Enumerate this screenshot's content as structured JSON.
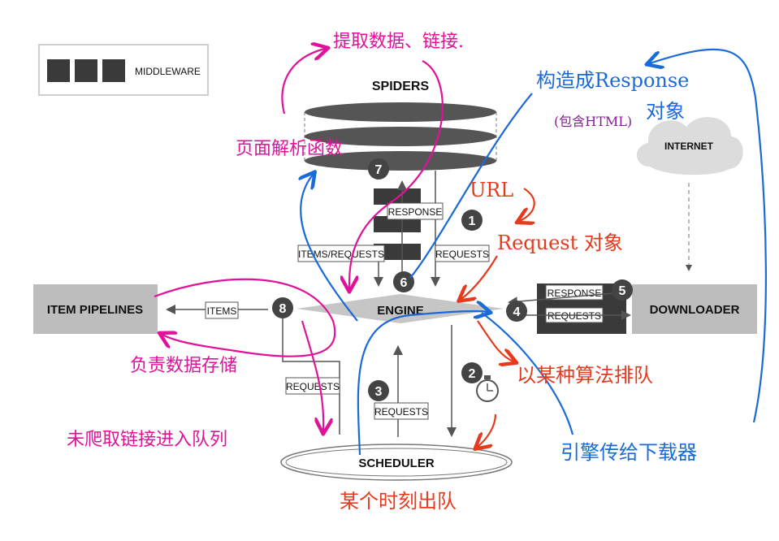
{
  "legend": {
    "label": "MIDDLEWARE"
  },
  "components": {
    "spiders": "SPIDERS",
    "engine": "ENGINE",
    "scheduler": "SCHEDULER",
    "downloader": "DOWNLOADER",
    "item_pipelines": "ITEM PIPELINES",
    "internet": "INTERNET"
  },
  "flow_labels": {
    "response_top": "RESPONSE",
    "items_requests": "ITEMS/REQUESTS",
    "requests_top": "REQUESTS",
    "items": "ITEMS",
    "requests_left": "REQUESTS",
    "requests_sched": "REQUESTS",
    "response_dl": "RESPONSE",
    "requests_dl": "REQUESTS"
  },
  "steps": [
    "1",
    "2",
    "3",
    "4",
    "5",
    "6",
    "7",
    "8"
  ],
  "annotations": {
    "extract_data_links": "提取数据、链接.",
    "page_parse_func": "页面解析函数",
    "construct_response": "构造成Response",
    "object_suffix": "对象",
    "contains_html": "(包含HTML)",
    "url": "URL",
    "request_object": "Request 对象",
    "responsible_storage": "负责数据存储",
    "uncrawled_links_queue": "未爬取链接进入队列",
    "sort_by_algorithm": "以某种算法排队",
    "engine_to_downloader": "引擎传给下载器",
    "dequeue_at_time": "某个时刻出队"
  },
  "colors": {
    "pink": "#e0129a",
    "red": "#e53a1d",
    "blue": "#1a6ad8",
    "purple": "#8a1a9c",
    "box_gray": "#bdbdbd",
    "dark_gray": "#3a3a3a"
  }
}
